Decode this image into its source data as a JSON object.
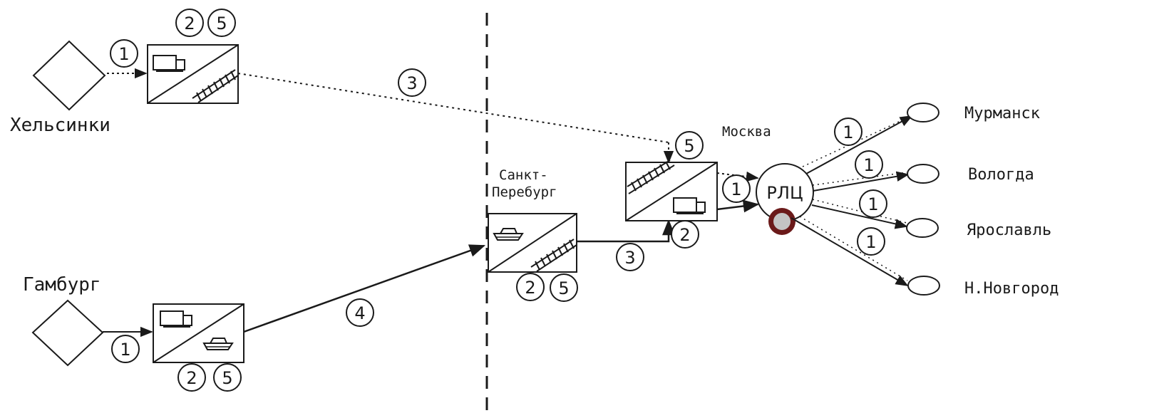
{
  "cities": {
    "helsinki": "Хельсинки",
    "hamburg": "Гамбург",
    "spb": [
      "Санкт-",
      "Перебург"
    ],
    "moscow": "Москва",
    "murmansk": "Мурманск",
    "vologda": "Вологда",
    "yaroslavl": "Ярославль",
    "nnovgorod": "Н.Новгород"
  },
  "hub": {
    "label": "РЛЦ"
  },
  "markers": {
    "helsinki_in": "1",
    "helsinki_top_a": "2",
    "helsinki_top_b": "5",
    "helsinki_moscow_route": "3",
    "hamburg_in": "1",
    "hamburg_bottom_a": "2",
    "hamburg_bottom_b": "5",
    "hamburg_spb_route": "4",
    "spb_bottom_a": "2",
    "spb_bottom_b": "5",
    "spb_moscow_route": "3",
    "moscow_top": "5",
    "moscow_bottom": "2",
    "moscow_hub": "1",
    "to_murmansk": "1",
    "to_vologda": "1",
    "to_yaroslavl": "1",
    "to_nnovgorod": "1"
  },
  "icons": {
    "truck": "truck-icon",
    "ship": "ship-icon",
    "rail": "railway-icon",
    "warehouse": "warehouse-icon"
  },
  "colors": {
    "line": "#1a1a1a",
    "warehouse_ring": "#6b1a1a",
    "warehouse_fill": "#c4c4c4"
  }
}
